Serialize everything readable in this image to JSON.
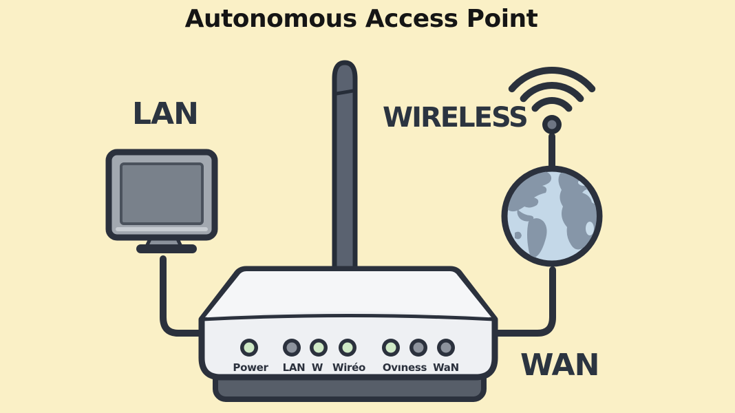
{
  "title": "Autonomous Access Point",
  "sections": {
    "lan_label": "LAN",
    "wireless_label": "WIRELESS",
    "wan_label": "WAN"
  },
  "device": {
    "leds": [
      {
        "label": "Power",
        "color": "#cfe9c6"
      },
      {
        "label": "LAN",
        "color": "#8d939d"
      },
      {
        "label": "W",
        "color": "#cfe9c6"
      },
      {
        "label": "Wiréo",
        "color": "#cfe9c6"
      },
      {
        "label": "Ovıness",
        "color": "#cfe9c6"
      },
      {
        "label": "",
        "color": "#8d939d"
      },
      {
        "label": "WaN",
        "color": "#8d939d"
      }
    ]
  },
  "icons": {
    "computer": "monitor-icon",
    "wireless": "wifi-signal-icon",
    "internet": "globe-icon",
    "access_point": "router-icon"
  },
  "colors": {
    "background": "#faf0c6",
    "outline": "#2b313d",
    "label_text": "#2b3440",
    "title_text": "#151515",
    "led_green": "#cfe9c6",
    "led_off_gray": "#8d939d",
    "globe_ocean": "#c4d8e8",
    "globe_land": "#8696a8",
    "device_face": "#eef0f3",
    "device_top": "#f5f6f8",
    "device_base": "#575e69",
    "antenna_gray": "#5a6270",
    "monitor_bezel": "#a2a8b0",
    "monitor_screen": "#79818b"
  }
}
